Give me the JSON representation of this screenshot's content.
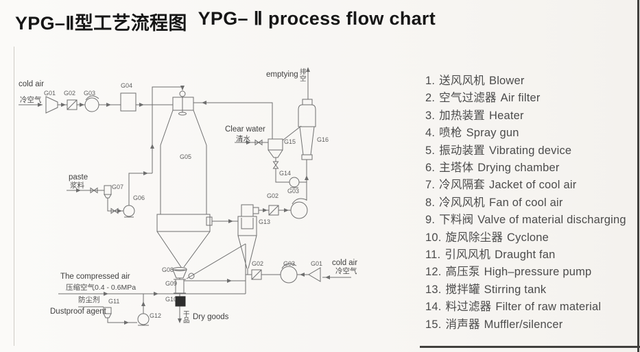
{
  "title": {
    "zh": "YPG–Ⅱ型工艺流程图",
    "en": "YPG– Ⅱ process flow chart"
  },
  "legend": {
    "items": [
      {
        "num": "1.",
        "zh": "送风风机",
        "en": "Blower"
      },
      {
        "num": "2.",
        "zh": "空气过滤器",
        "en": "Air filter"
      },
      {
        "num": "3.",
        "zh": "加热装置",
        "en": "Heater"
      },
      {
        "num": "4.",
        "zh": "喷枪",
        "en": "Spray gun"
      },
      {
        "num": "5.",
        "zh": "振动装置",
        "en": "Vibrating device"
      },
      {
        "num": "6.",
        "zh": "主塔体",
        "en": "Drying chamber"
      },
      {
        "num": "7.",
        "zh": "冷风隔套",
        "en": "Jacket of cool air"
      },
      {
        "num": "8.",
        "zh": "冷风风机",
        "en": "Fan of cool air"
      },
      {
        "num": "9.",
        "zh": "下料阀",
        "en": "Valve of material discharging"
      },
      {
        "num": "10.",
        "zh": "旋风除尘器",
        "en": "Cyclone"
      },
      {
        "num": "11.",
        "zh": "引风风机",
        "en": "Draught fan"
      },
      {
        "num": "12.",
        "zh": "高压泵",
        "en": "High–pressure pump"
      },
      {
        "num": "13.",
        "zh": "搅拌罐",
        "en": "Stirring tank"
      },
      {
        "num": "14.",
        "zh": "料过滤器",
        "en": "Filter of raw material"
      },
      {
        "num": "15.",
        "zh": "消声器",
        "en": "Muffler/silencer"
      }
    ]
  },
  "diagram": {
    "codes": {
      "g01": "G01",
      "g02": "G02",
      "g03": "G03",
      "g04": "G04",
      "g05": "G05",
      "g06": "G06",
      "g07": "G07",
      "g08": "G08",
      "g09": "G09",
      "g10": "G10",
      "g11": "G11",
      "g12": "G12",
      "g13": "G13",
      "g14": "G14",
      "g15": "G15",
      "g16": "G16"
    },
    "annotations": {
      "cold_air_en": "cold air",
      "cold_air_zh": "冷空气",
      "emptying_en": "emptying",
      "emptying_zh_1": "排",
      "emptying_zh_2": "空",
      "clear_water_en": "Clear water",
      "clear_water_zh": "清水",
      "paste_en": "paste",
      "paste_zh": "浆料",
      "compressed_air_en": "The compressed air",
      "compressed_air_zh": "压缩空气0.4 - 0.6MPa",
      "dustproof_zh": "防尘剂",
      "dustproof_en": "Dustproof agent",
      "dry_goods_zh_1": "干",
      "dry_goods_zh_2": "品",
      "dry_goods_en": "Dry goods"
    },
    "colors": {
      "line": "#6e6e6e",
      "text": "#4b4b4b",
      "edge": "#403f3c"
    }
  }
}
